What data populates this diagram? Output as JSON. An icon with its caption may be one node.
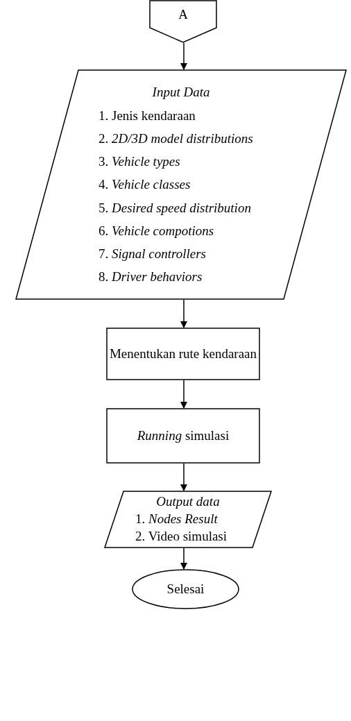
{
  "diagram": {
    "nodes": [
      {
        "text": [
          "A"
        ]
      },
      {
        "text": [
          "*Input Data*",
          "1. Jenis kendaraan",
          "2. *2D/3D model distributions*",
          "3. *Vehicle types*",
          "4. *Vehicle classes*",
          "5. *Desired speed  distribution*",
          "6. *Vehicle compotions*",
          "7. *Signal controllers*",
          "8. *Driver behaviors*"
        ]
      },
      {
        "text": [
          "Menentukan rute kendaraan"
        ]
      },
      {
        "text": [
          "*Running* simulasi"
        ]
      },
      {
        "text": [
          "*Output data*",
          "1. *Nodes Result*",
          "2. Video simulasi"
        ]
      },
      {
        "text": [
          "Selesai"
        ]
      }
    ],
    "edges": [
      {
        "from": 0,
        "to": 1,
        "arrow": "to"
      },
      {
        "from": 1,
        "to": 2,
        "arrow": "to"
      },
      {
        "from": 2,
        "to": 3,
        "arrow": "to"
      },
      {
        "from": 3,
        "to": 4,
        "arrow": "to"
      },
      {
        "from": 4,
        "to": 5,
        "arrow": "to"
      }
    ]
  }
}
